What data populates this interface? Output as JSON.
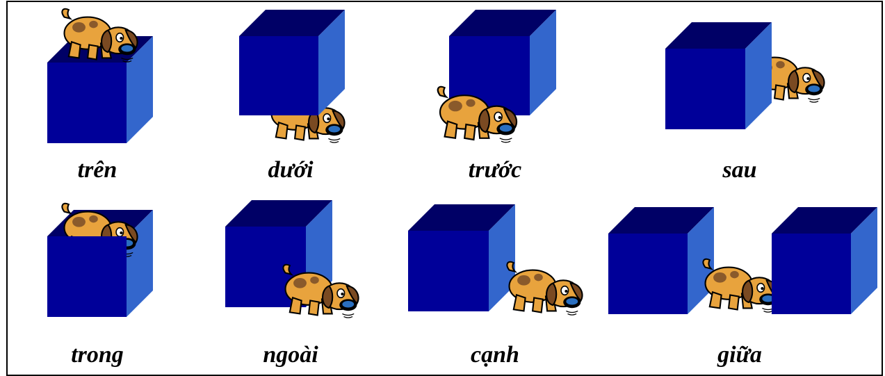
{
  "colors": {
    "cube_front": "#000099",
    "cube_top": "#000066",
    "cube_side": "#3366cc",
    "dog_body": "#e8a33d",
    "dog_spot": "#8a5a2b",
    "dog_ear": "#7a4a22",
    "dog_nose": "#1a3d7a"
  },
  "scenes": [
    {
      "id": "tren",
      "label": "trên"
    },
    {
      "id": "duoi",
      "label": "dưới"
    },
    {
      "id": "truoc",
      "label": "trước"
    },
    {
      "id": "sau",
      "label": "sau"
    },
    {
      "id": "trong",
      "label": "trong"
    },
    {
      "id": "ngoai",
      "label": "ngoài"
    },
    {
      "id": "canh",
      "label": "cạnh"
    },
    {
      "id": "giua",
      "label": "giữa"
    }
  ]
}
